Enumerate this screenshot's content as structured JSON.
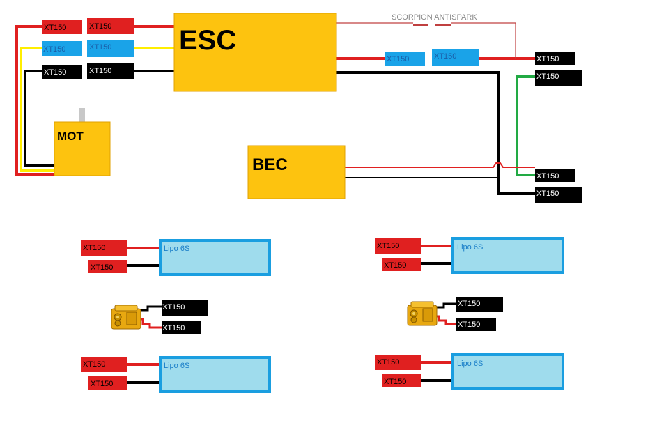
{
  "colors": {
    "red": "#e02020",
    "blue": "#1aa3e8",
    "black": "#000000",
    "yellow": "#ffee00",
    "green": "#22aa44",
    "orange_block": "#fdc30f",
    "orange_border": "#e0a000",
    "lipo_fill": "#9fdced",
    "lipo_border": "#1a9ee0",
    "antispark_wire": "#c04040"
  },
  "blocks": {
    "esc": "ESC",
    "bec": "BEC",
    "motor": "MOT"
  },
  "antispark_label": "SCORPION ANTISPARK",
  "connector_label": "XT150",
  "battery_label": "Lipo 6S",
  "connector_icon": "xt150-plug-icon"
}
